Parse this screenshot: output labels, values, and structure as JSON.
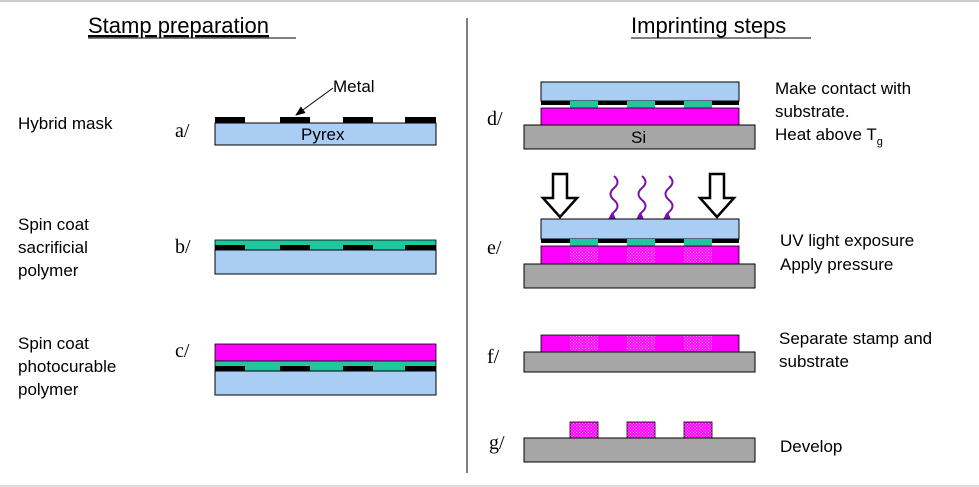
{
  "sections": {
    "left_title": "Stamp preparation",
    "right_title": "Imprinting steps"
  },
  "steps": [
    {
      "letter": "a/",
      "label_lines": [
        "Hybrid mask"
      ]
    },
    {
      "letter": "b/",
      "label_lines": [
        "Spin coat",
        "sacrificial",
        "polymer"
      ]
    },
    {
      "letter": "c/",
      "label_lines": [
        "Spin coat",
        "photocurable",
        "polymer"
      ]
    },
    {
      "letter": "d/",
      "label_lines": [
        "Make contact with",
        "substrate.",
        "Heat above T"
      ],
      "subscript": "g"
    },
    {
      "letter": "e/",
      "label_lines": [
        "UV light exposure",
        "Apply pressure"
      ]
    },
    {
      "letter": "f/",
      "label_lines": [
        "Separate stamp and",
        "substrate"
      ]
    },
    {
      "letter": "g/",
      "label_lines": [
        "Develop"
      ]
    }
  ],
  "annotations": {
    "metal": "Metal",
    "pyrex": "Pyrex",
    "si": "Si"
  },
  "colors": {
    "pyrex": "#a9cdf3",
    "metal": "#000000",
    "sacrificial": "#1fc7a0",
    "photopolymer": "#ff00ff",
    "cured": "#e36fe3",
    "substrate": "#a6a6a6",
    "uv": "#7a0fa8"
  },
  "icons": [
    "pressure-arrow-icon",
    "uv-wave-icon"
  ]
}
